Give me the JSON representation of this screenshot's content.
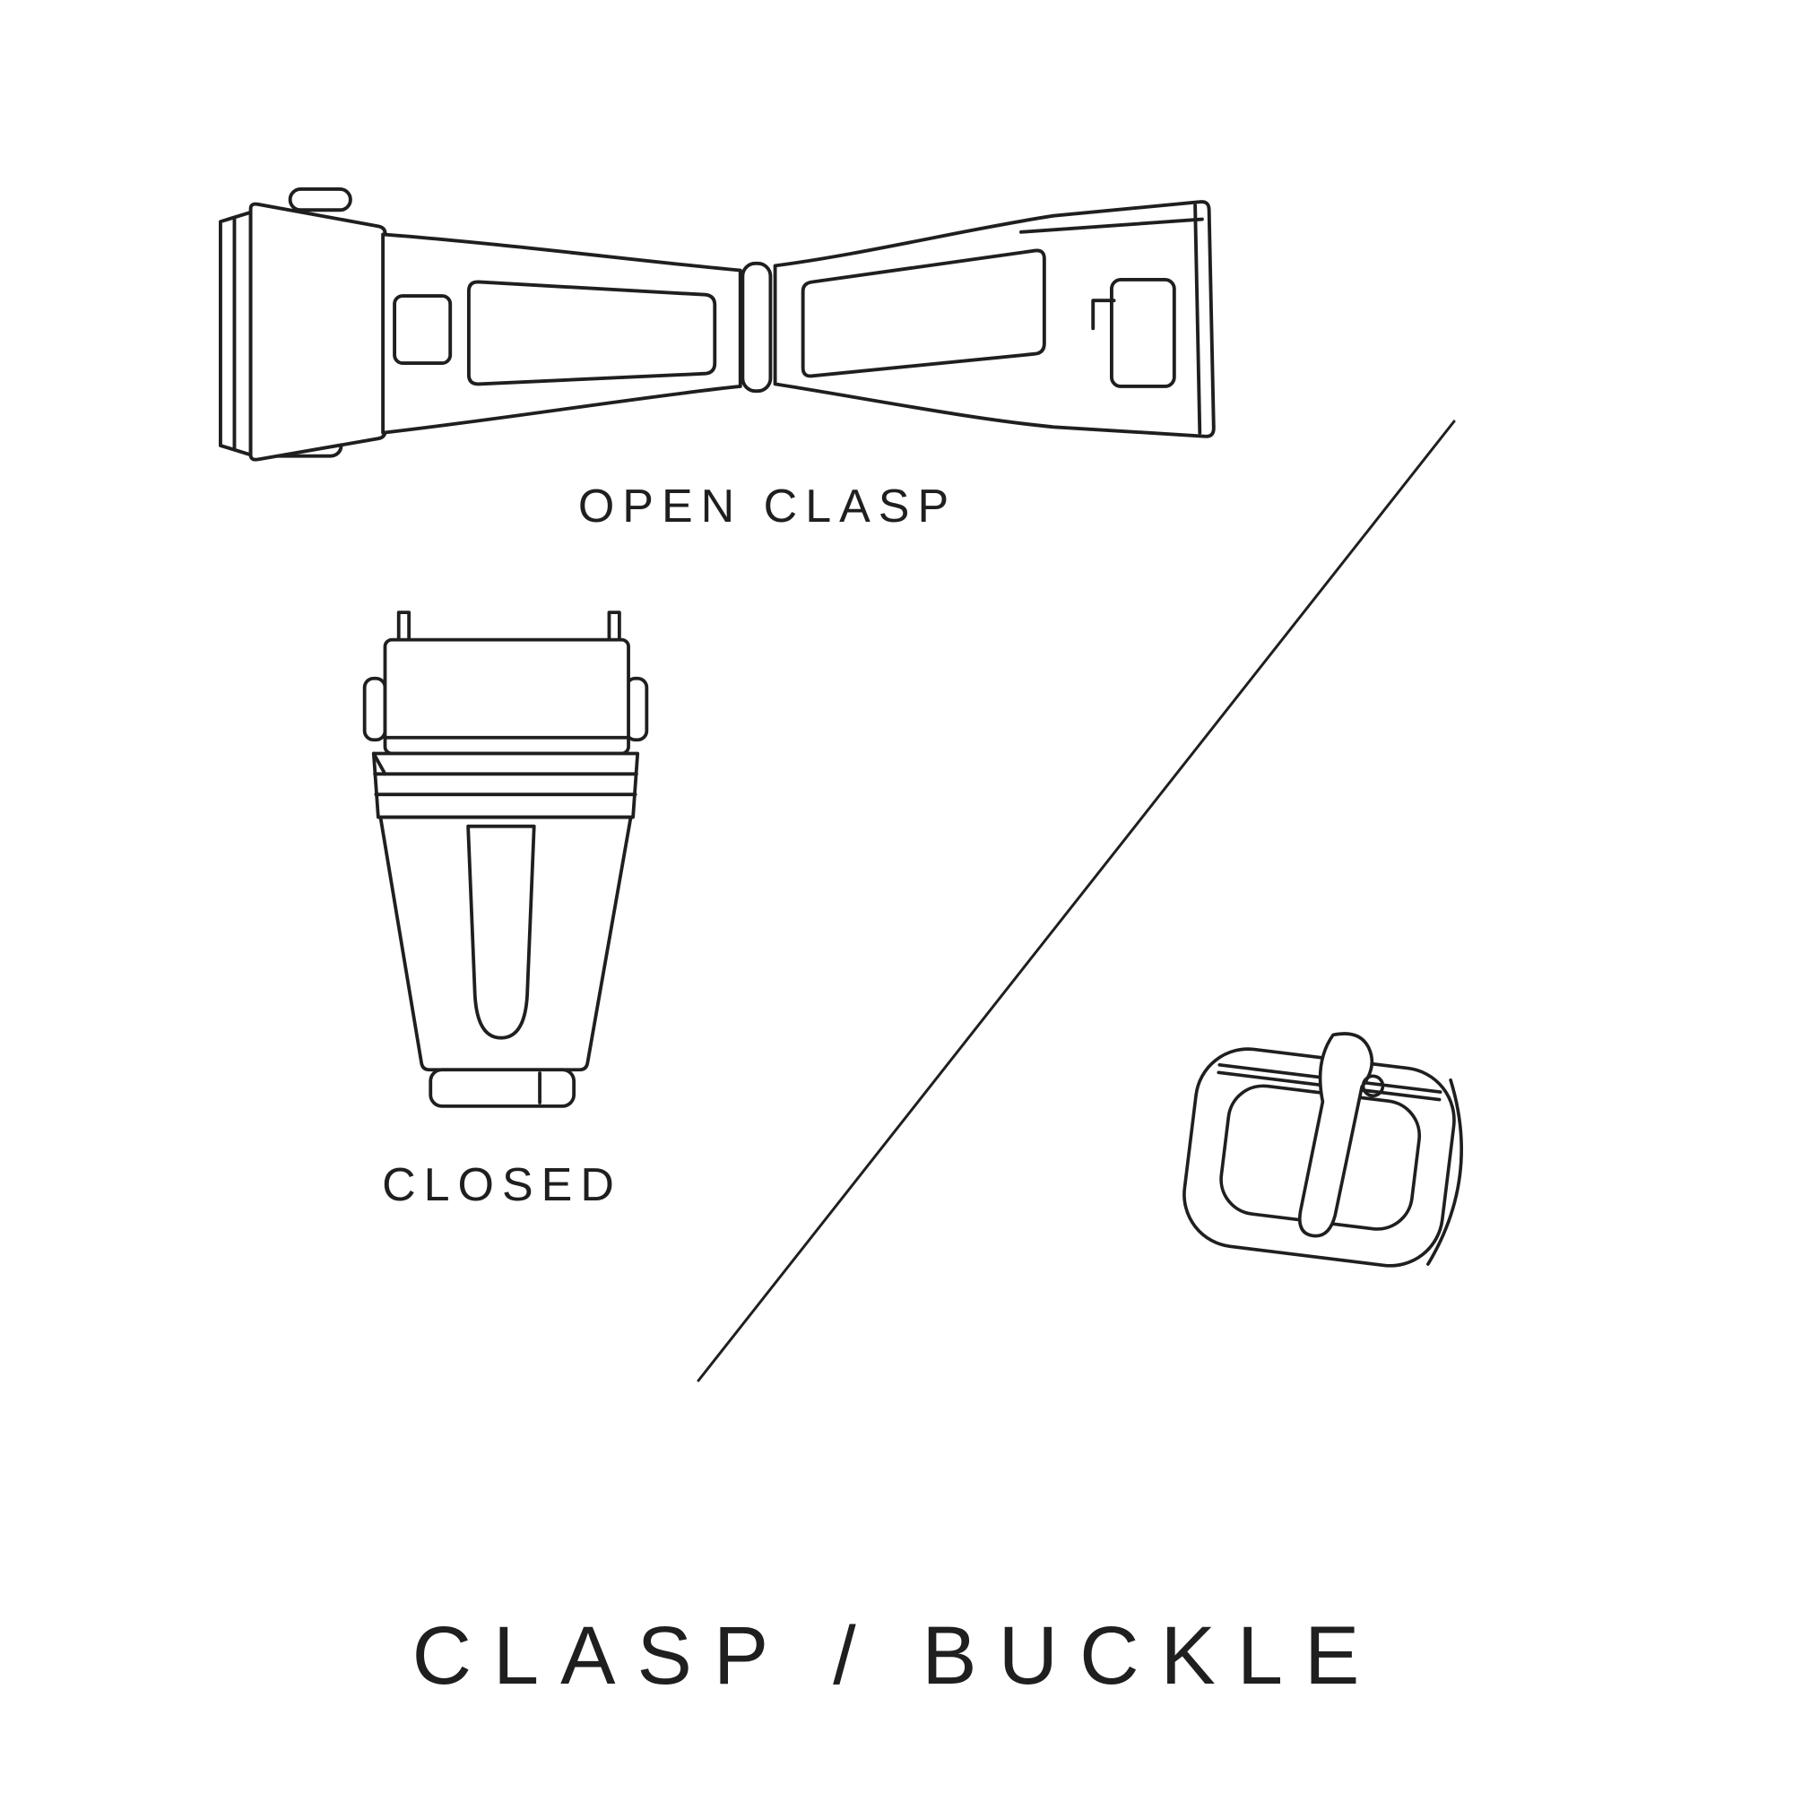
{
  "diagram": {
    "title": "CLASP / BUCKLE",
    "illustrations": [
      {
        "name": "open-clasp-illustration",
        "label": "OPEN CLASP"
      },
      {
        "name": "closed-clasp-illustration",
        "label": "CLOSED"
      },
      {
        "name": "tang-buckle-illustration",
        "label": ""
      }
    ],
    "colors": {
      "background": "#ffffff",
      "ink": "#1f1f1f"
    }
  }
}
